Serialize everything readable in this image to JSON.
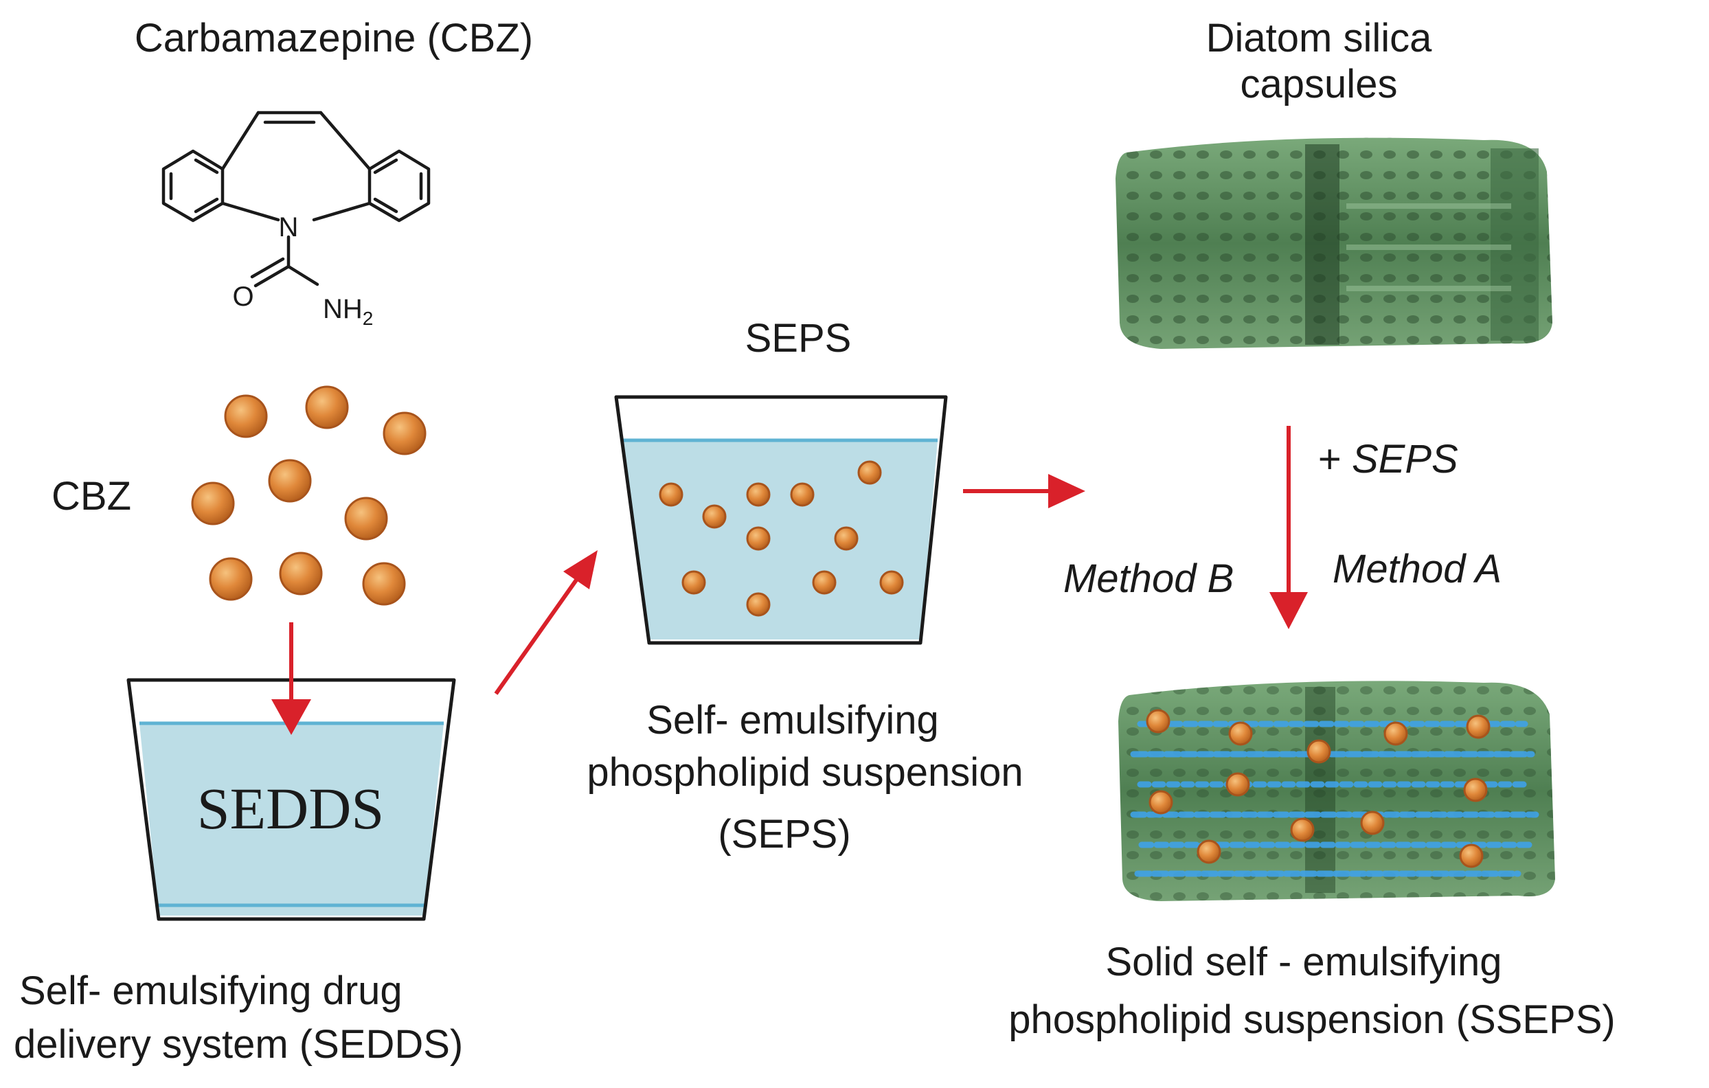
{
  "carbamazepine": {
    "title": "Carbamazepine (CBZ)",
    "atom_n": "N",
    "atom_o": "O",
    "atom_nh2": "NH",
    "atom_nh2_sub": "2"
  },
  "cbz_particles_label": "CBZ",
  "sedds": {
    "beaker_label": "SEDDS",
    "caption_line1": "Self- emulsifying drug",
    "caption_line2": "delivery system (SEDDS)"
  },
  "seps": {
    "title": "SEPS",
    "caption_line1": "Self- emulsifying",
    "caption_line2": "phospholipid suspension",
    "caption_line3": "(SEPS)"
  },
  "diatom": {
    "title_line1": "Diatom silica",
    "title_line2": "capsules"
  },
  "process": {
    "add_label": "+ SEPS",
    "method_b": "Method B",
    "method_a": "Method A"
  },
  "sseps": {
    "caption_line1": "Solid self - emulsifying",
    "caption_line2": "phospholipid suspension (SSEPS)"
  },
  "colors": {
    "arrow": "#d9212a",
    "particle": "#e0883a",
    "particle_edge": "#a8541c",
    "liquid": "#bcdde6",
    "liquid_edge": "#5fb3d3",
    "diatom_green": "#5c8f5c",
    "diatom_dark": "#1f3d22",
    "phospholipid": "#3fa2e8"
  }
}
